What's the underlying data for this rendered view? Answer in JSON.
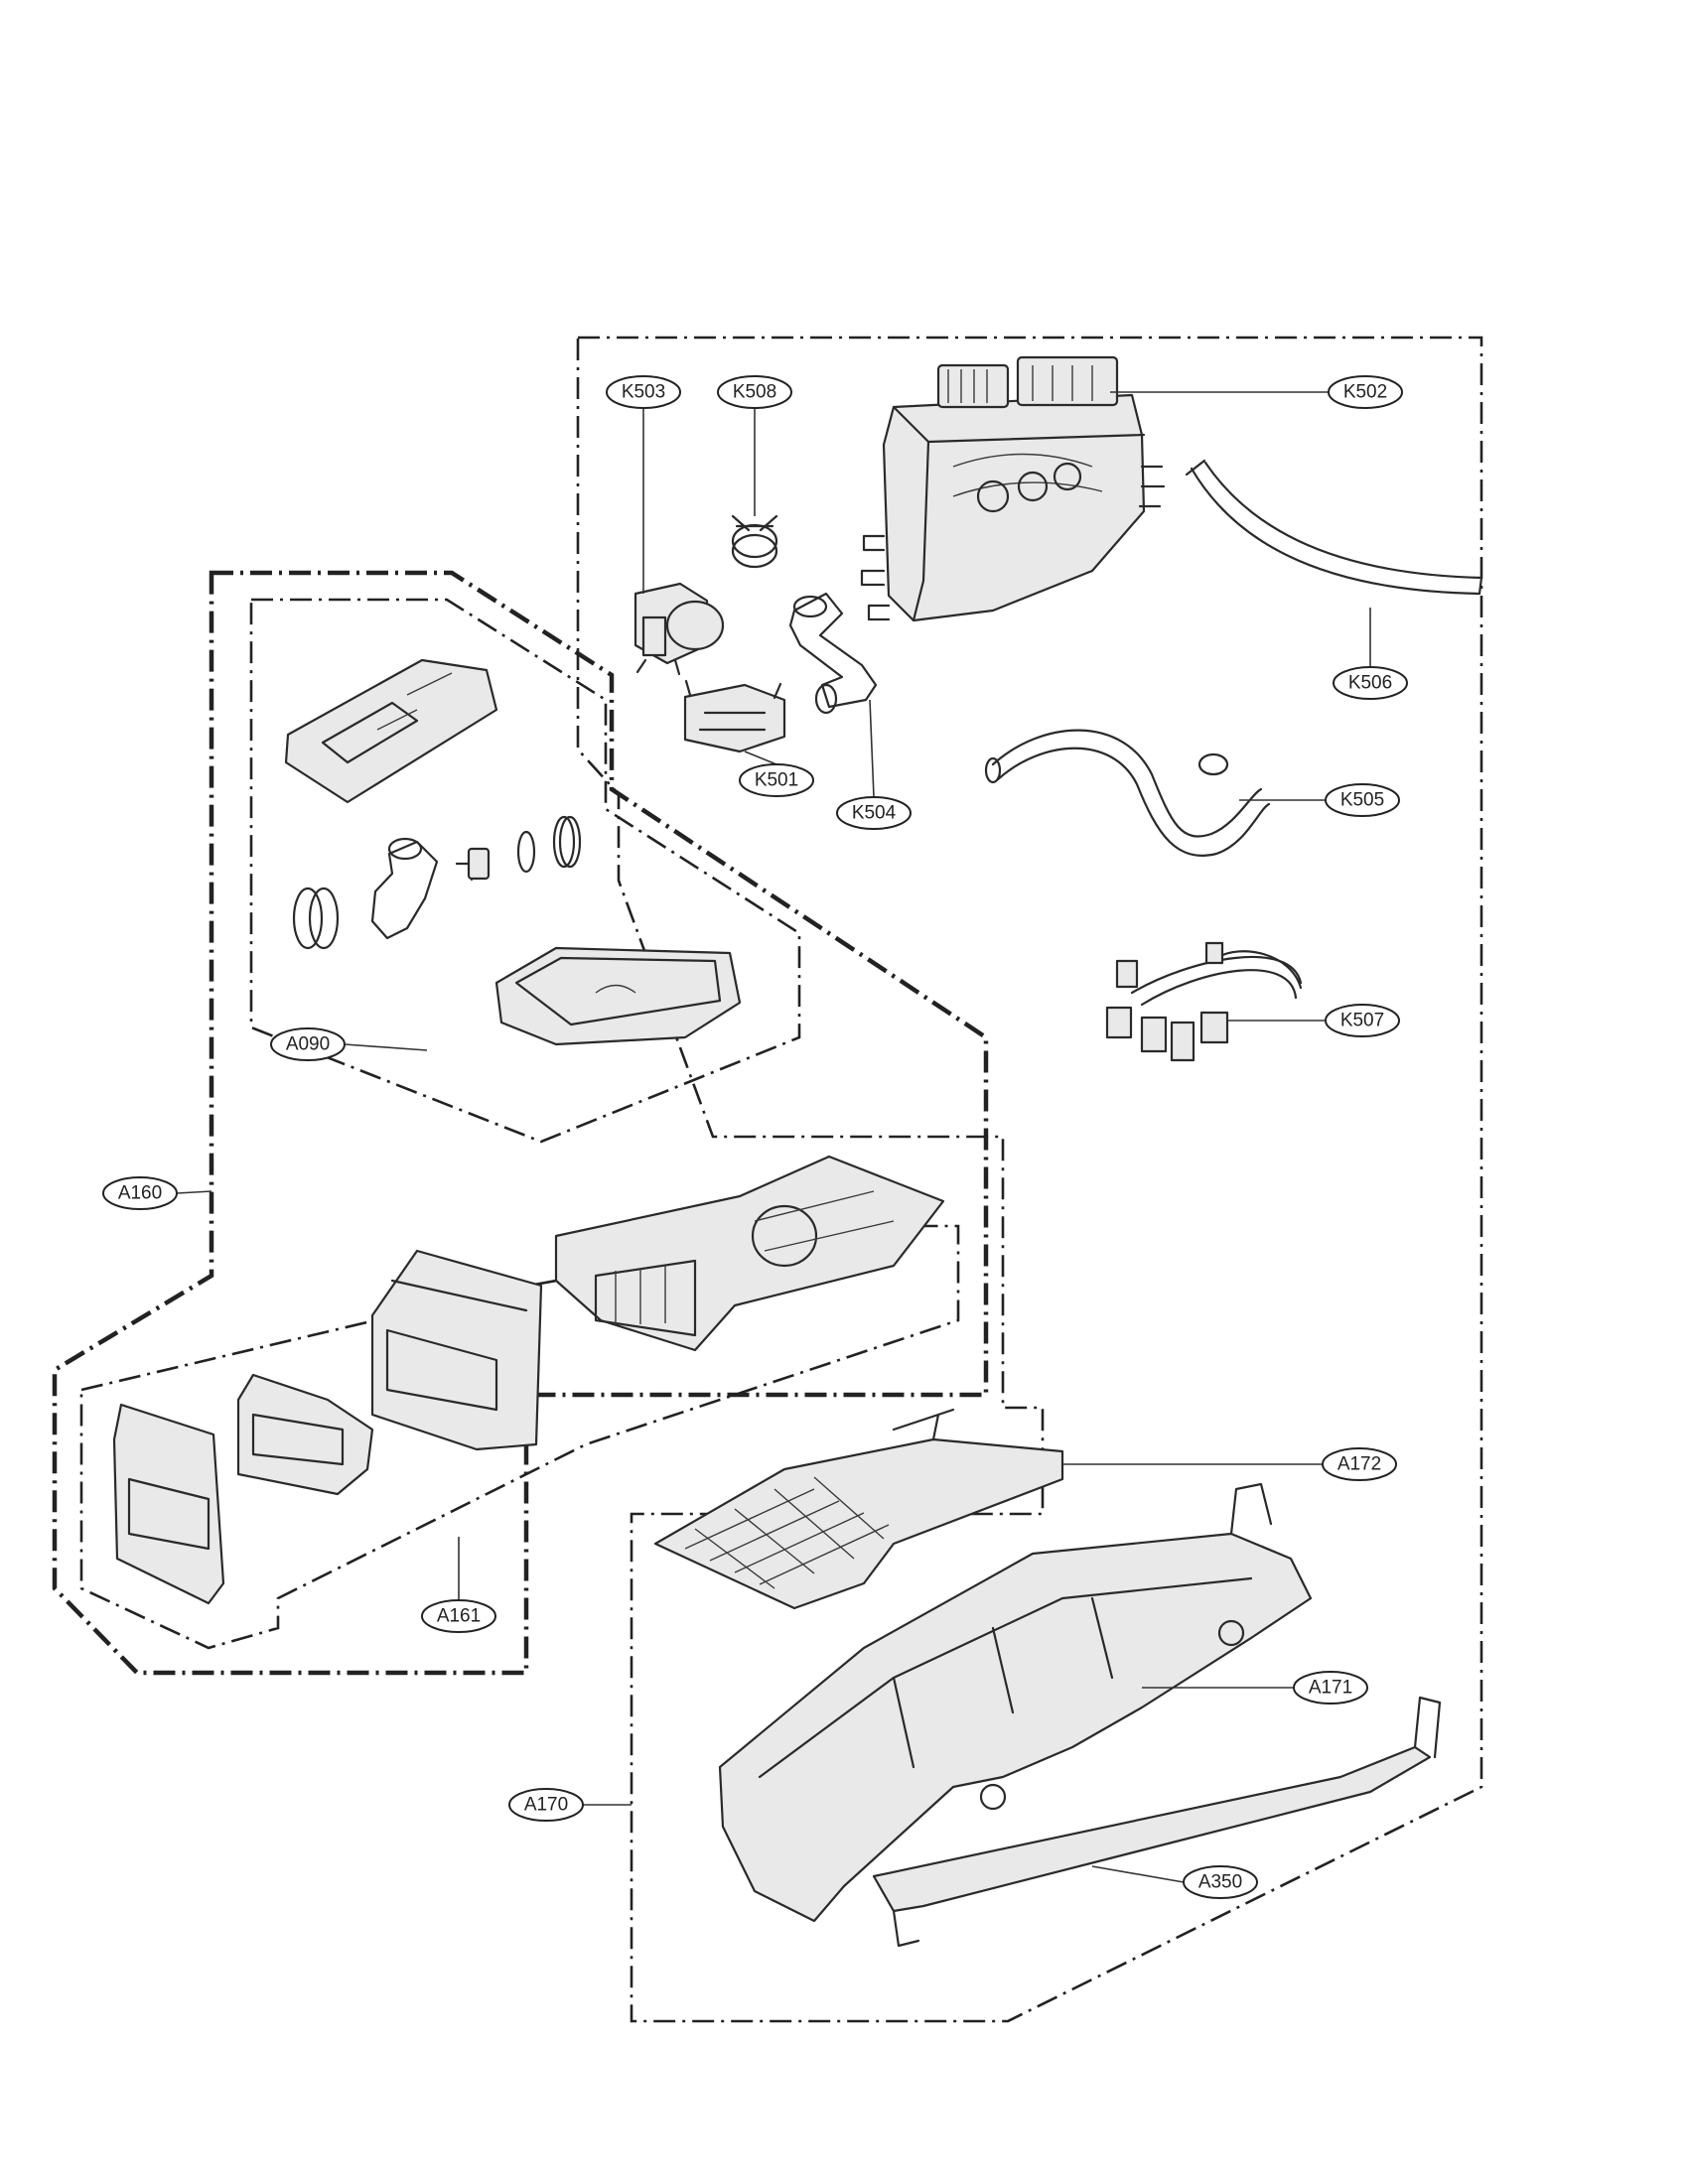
{
  "callouts": {
    "k503": "K503",
    "k508": "K508",
    "k502": "K502",
    "k506": "K506",
    "k501": "K501",
    "k504": "K504",
    "k505": "K505",
    "k507": "K507",
    "a090": "A090",
    "a160": "A160",
    "a161": "A161",
    "a172": "A172",
    "a171": "A171",
    "a170": "A170",
    "a350": "A350"
  }
}
